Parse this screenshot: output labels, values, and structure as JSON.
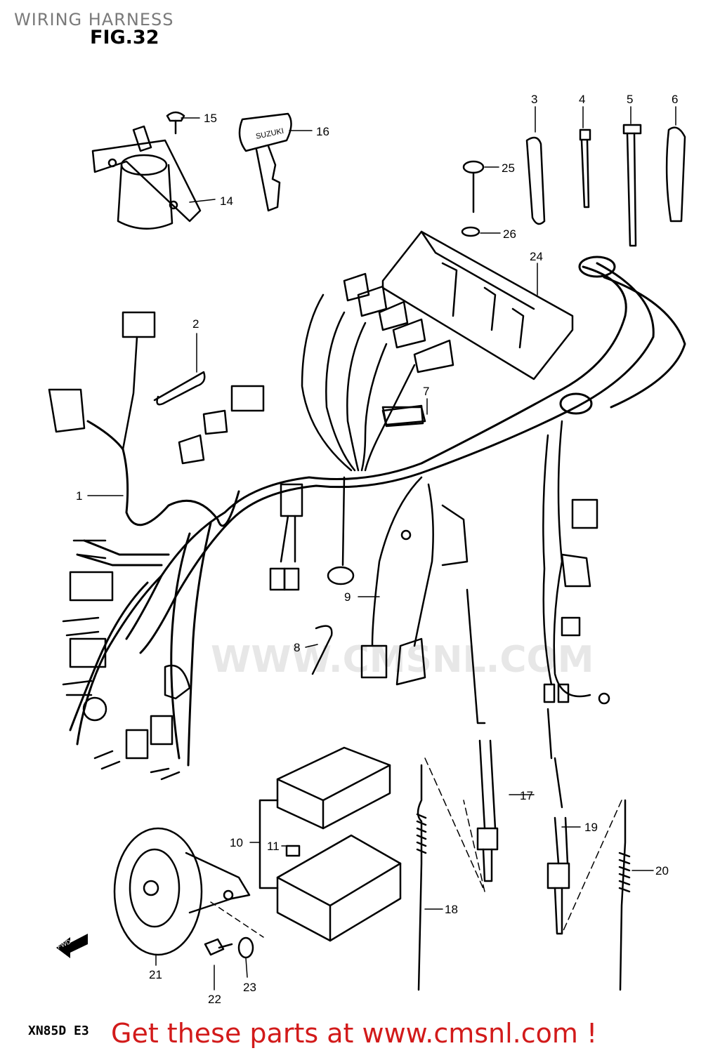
{
  "header": {
    "caption": "WIRING HARNESS",
    "figure": "FIG.32"
  },
  "footer": {
    "model": "XN85D E3",
    "promo": "Get these parts at www.cmsnl.com !"
  },
  "watermark": {
    "text": "WWW.CMSNL.COM"
  },
  "diagram": {
    "part_numbers": {
      "p1": "1",
      "p2": "2",
      "p3": "3",
      "p4": "4",
      "p5": "5",
      "p6": "6",
      "p7": "7",
      "p8": "8",
      "p9": "9",
      "p10": "10",
      "p11": "11",
      "p14": "14",
      "p15": "15",
      "p16": "16",
      "p17": "17",
      "p18": "18",
      "p19": "19",
      "p20": "20",
      "p21": "21",
      "p22": "22",
      "p23": "23",
      "p24": "24",
      "p25": "25",
      "p26": "26"
    },
    "key_brand": "SUZUKI",
    "fwd_label": "FWD"
  }
}
